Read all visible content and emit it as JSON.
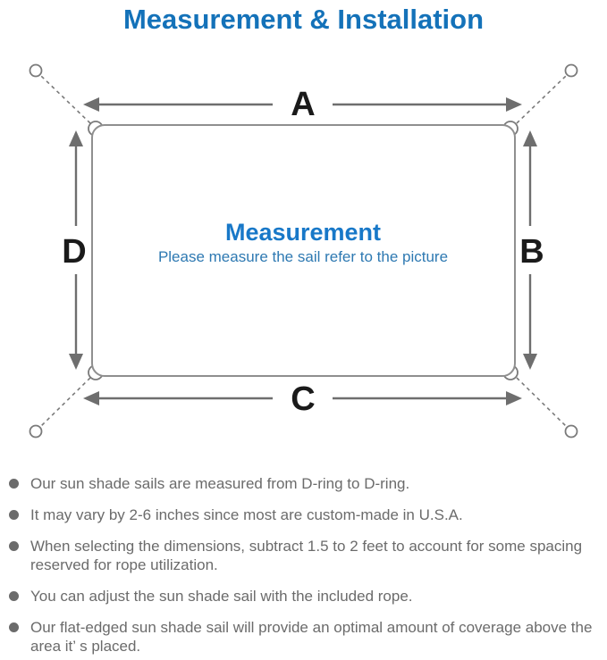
{
  "title": "Measurement & Installation",
  "colors": {
    "title_blue": "#1472b9",
    "center_title_blue": "#1878c8",
    "center_subtitle_blue": "#2e79b2",
    "diagram_gray": "#7a7a7a",
    "note_text_gray": "#6b6b6b",
    "label_black": "#1a1a1a"
  },
  "diagram": {
    "labels": {
      "top": "A",
      "right": "B",
      "bottom": "C",
      "left": "D"
    },
    "center_title": "Measurement",
    "center_subtitle": "Please measure the sail refer to the picture"
  },
  "notes": [
    "Our sun shade sails are measured from D-ring to D-ring.",
    "It may vary by 2-6 inches since most are custom-made in U.S.A.",
    "When selecting the dimensions, subtract 1.5 to 2 feet to account for some spacing reserved for rope utilization.",
    "You can adjust the sun shade sail with the included rope.",
    "Our flat-edged sun shade sail will provide an optimal amount of coverage above the area it’ s placed."
  ]
}
